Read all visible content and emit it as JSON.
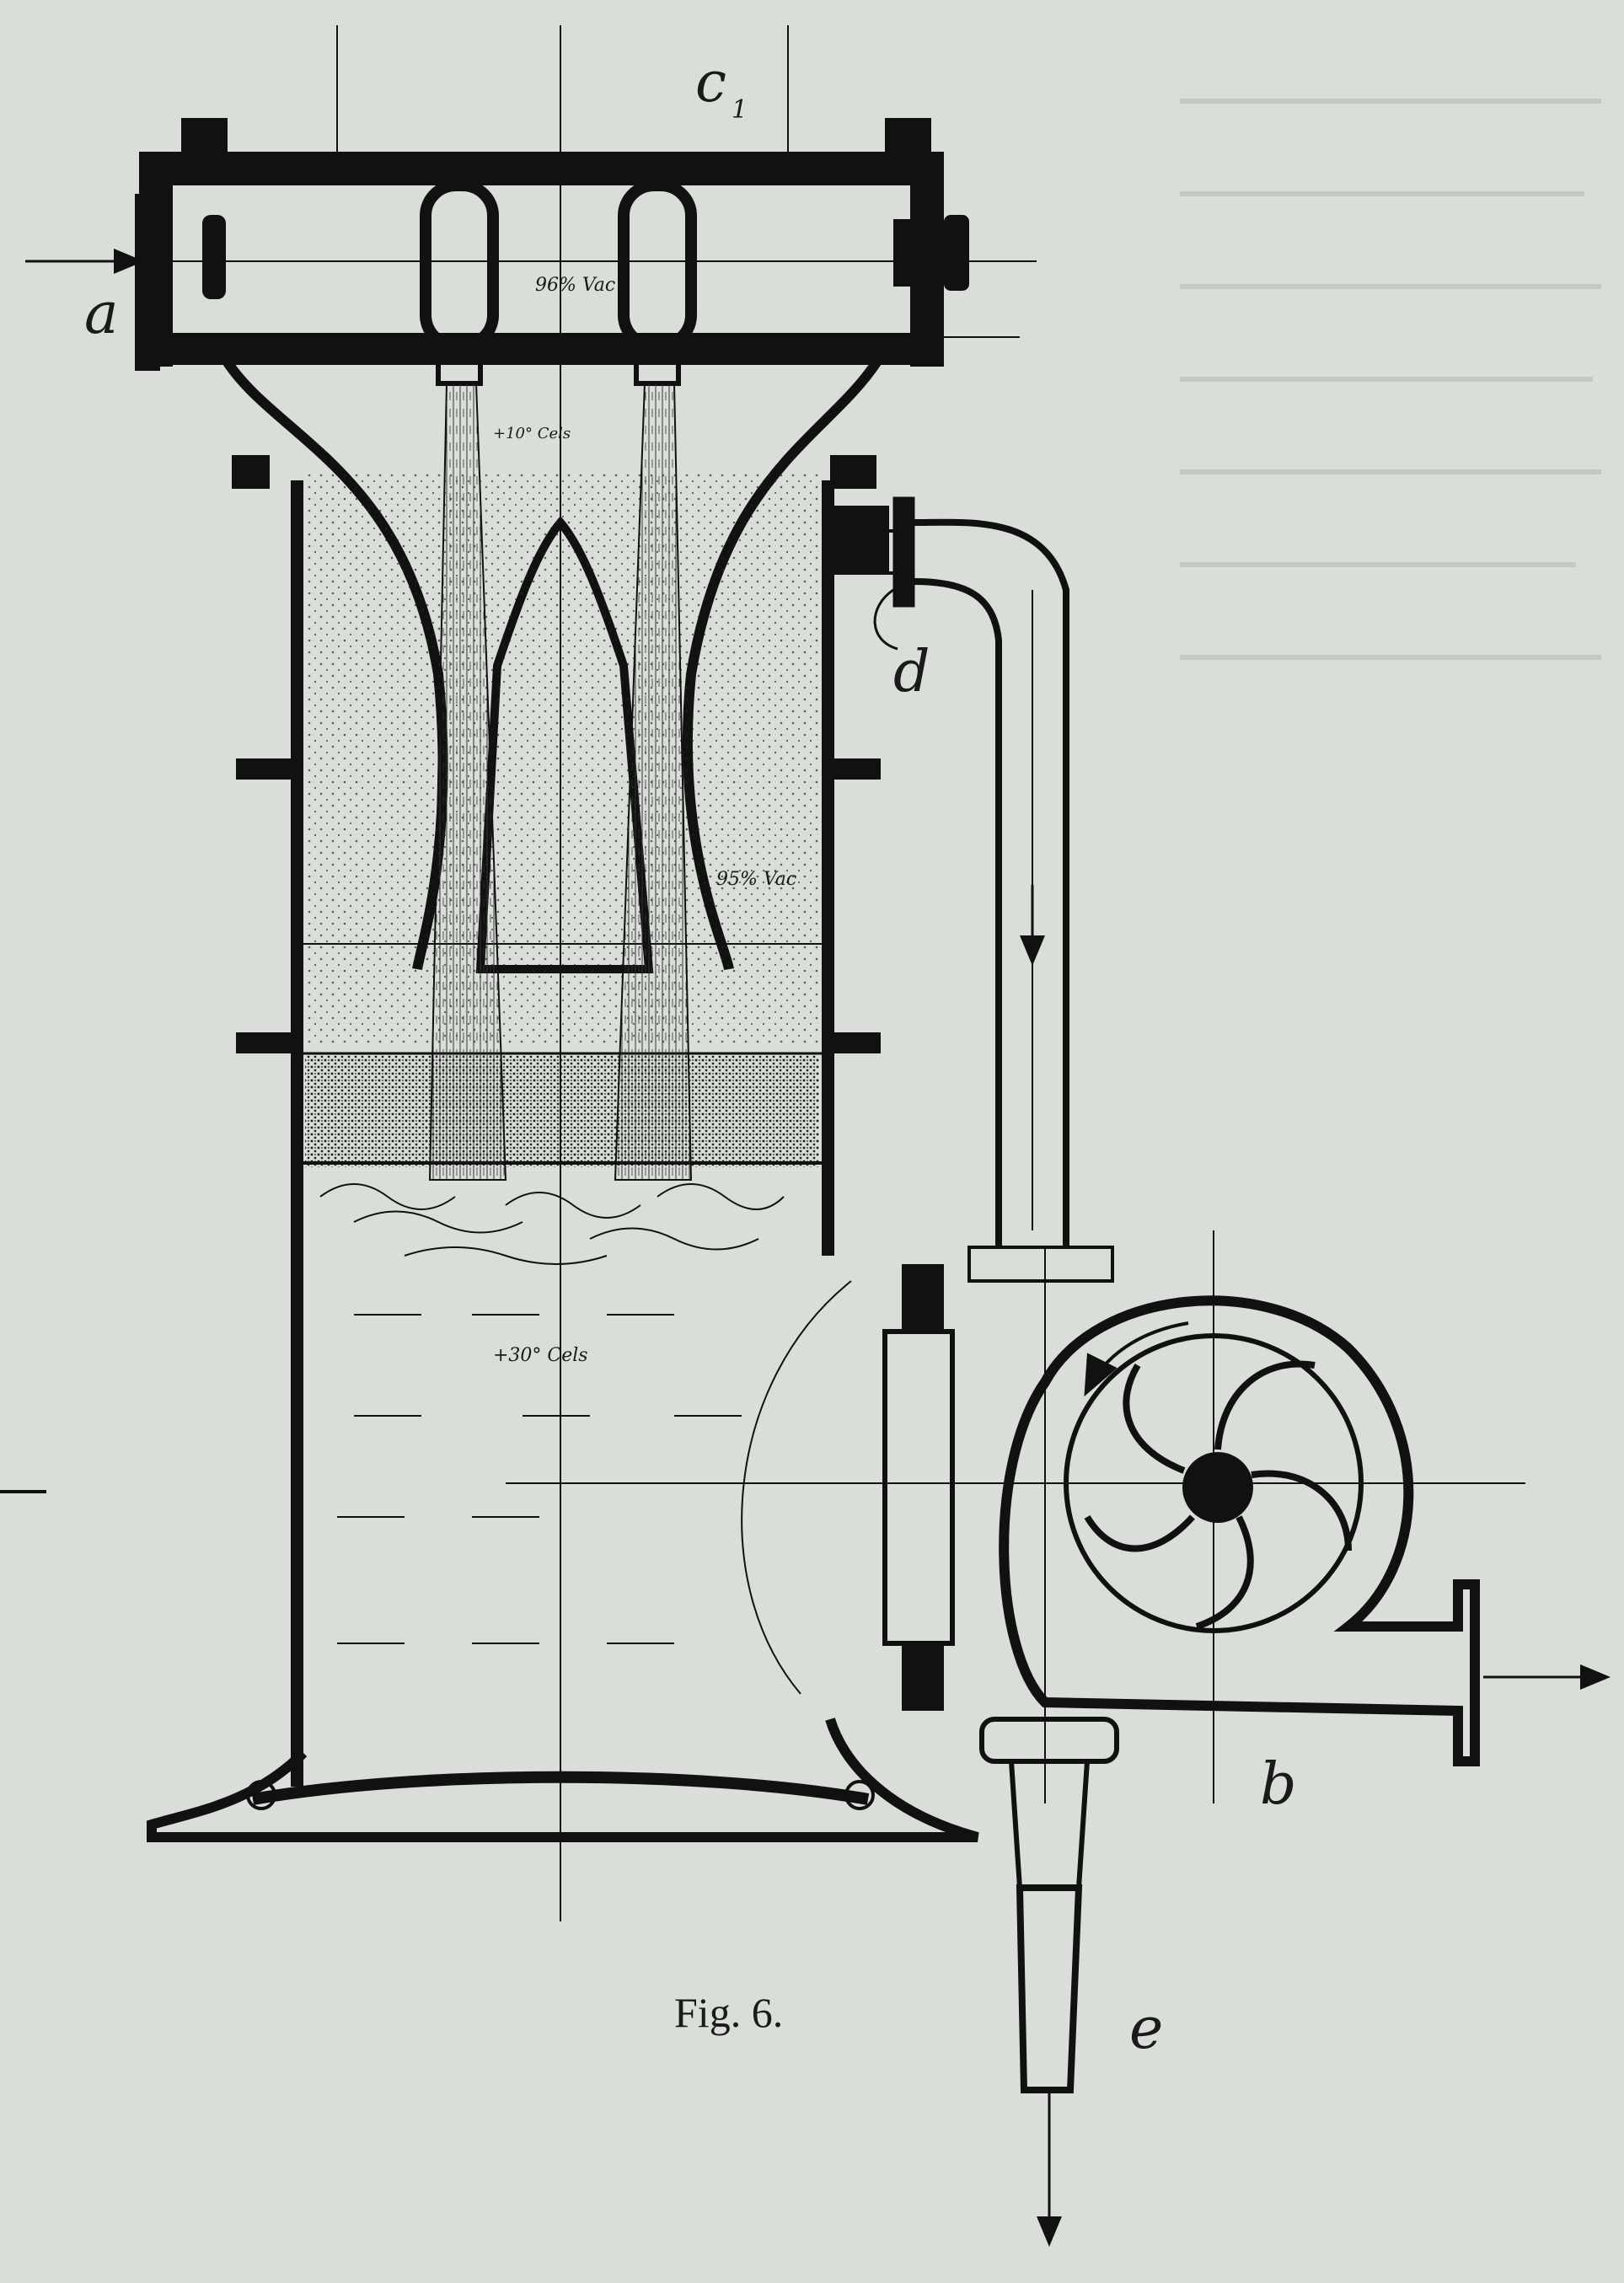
{
  "figure": {
    "caption": "Fig. 6.",
    "labels": {
      "a": "a",
      "b": "b",
      "c": "c",
      "c_sub": "1",
      "d": "d",
      "e": "e"
    },
    "notes": {
      "top": "96% Vac",
      "jet": "+10° Cels",
      "middle": "95% Vac",
      "water": "+30° Cels"
    }
  },
  "colors": {
    "paper": "#d9dfd8",
    "ink": "#111111"
  }
}
